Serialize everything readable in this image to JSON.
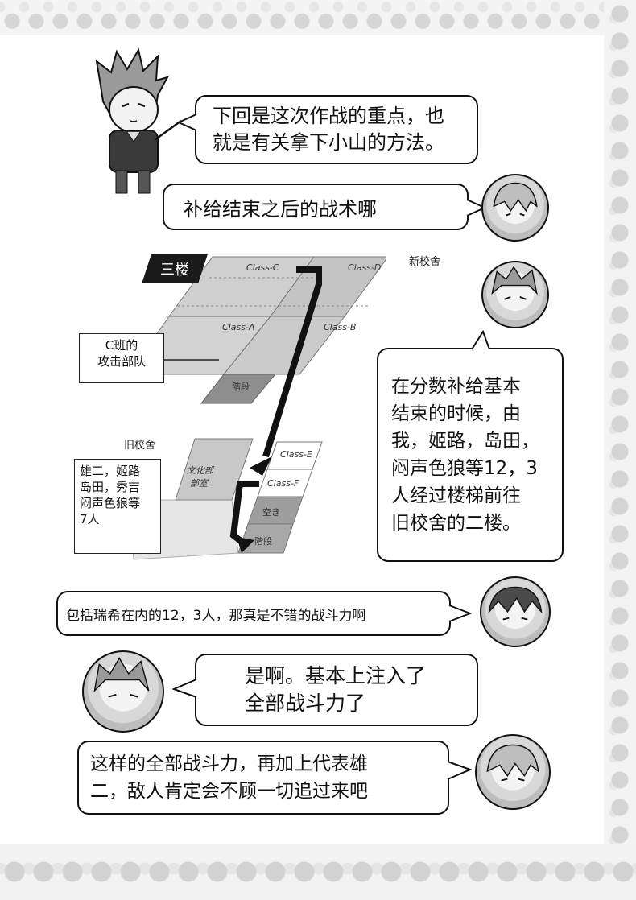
{
  "bubbles": {
    "b1": {
      "line1": "下回是这次作战的重点，也",
      "line2": "就是有关拿下小山的方法。"
    },
    "b2": {
      "line1": "补给结束之后的战术哪"
    },
    "b3": {
      "line1": "在分数补给基本",
      "line2": "结束的时候，由",
      "line3": "我，姬路，岛田，",
      "line4": "闷声色狼等12，3",
      "line5": "人经过楼梯前往",
      "line6": "旧校舍的二楼。"
    },
    "b4": {
      "line1": "包括瑞希在内的12，3人，那真是不错的战斗力啊"
    },
    "b5": {
      "line1": "是啊。基本上注入了",
      "line2": "全部战斗力了"
    },
    "b6": {
      "line1": "这样的全部战斗力，再加上代表雄",
      "line2": "二，敌人肯定会不顾一切追过来吧"
    }
  },
  "map": {
    "floor_tag": "三楼",
    "new_building": "新校舍",
    "old_building": "旧校舍",
    "class_c": "Class-C",
    "class_d": "Class-D",
    "class_a": "Class-A",
    "class_b": "Class-B",
    "stairs_top": "階段",
    "culture_room_1": "文化部",
    "culture_room_2": "部室",
    "class_e": "Class-E",
    "class_f": "Class-F",
    "empty_room": "空き",
    "stairs_bottom": "階段",
    "c_team": {
      "line1": "C班的",
      "line2": "攻击部队"
    },
    "f_team": {
      "line1": "雄二，姬路",
      "line2": "岛田，秀吉",
      "line3": "闷声色狼等",
      "line4": "7人"
    }
  },
  "colors": {
    "ink": "#111111",
    "room_fill": "#c9c9c9",
    "room_dark": "#8e8e8e",
    "arrow": "#111111"
  }
}
